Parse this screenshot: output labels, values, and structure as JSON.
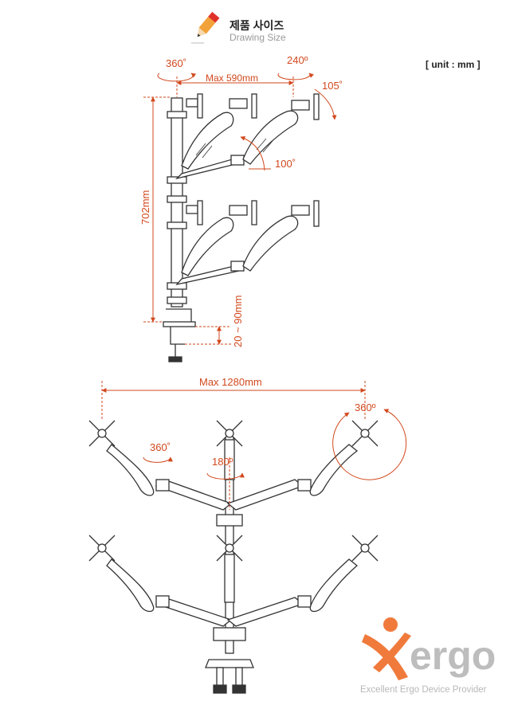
{
  "header": {
    "title_korean": "제품 사이즈",
    "title_english": "Drawing Size",
    "icon": "pencil-icon"
  },
  "unit_label": "[ unit : mm ]",
  "side_view": {
    "rotation_pole": "360˚",
    "rotation_head": "240º",
    "max_width": "Max 590mm",
    "tilt": "105˚",
    "arm_swing": "100˚",
    "height": "702mm",
    "desk_thickness": "20 ~ 90mm"
  },
  "top_view": {
    "max_width": "Max 1280mm",
    "rotation_panel": "360º",
    "rotation_arm": "360˚",
    "rotation_center": "180º"
  },
  "brand": {
    "name": "Xergo",
    "tagline": "Excellent Ergo Device Provider"
  },
  "colors": {
    "accent": "#d2491e",
    "line": "#333333",
    "brand_orange": "#f07a3c",
    "brand_gray": "#bdbdbd"
  }
}
